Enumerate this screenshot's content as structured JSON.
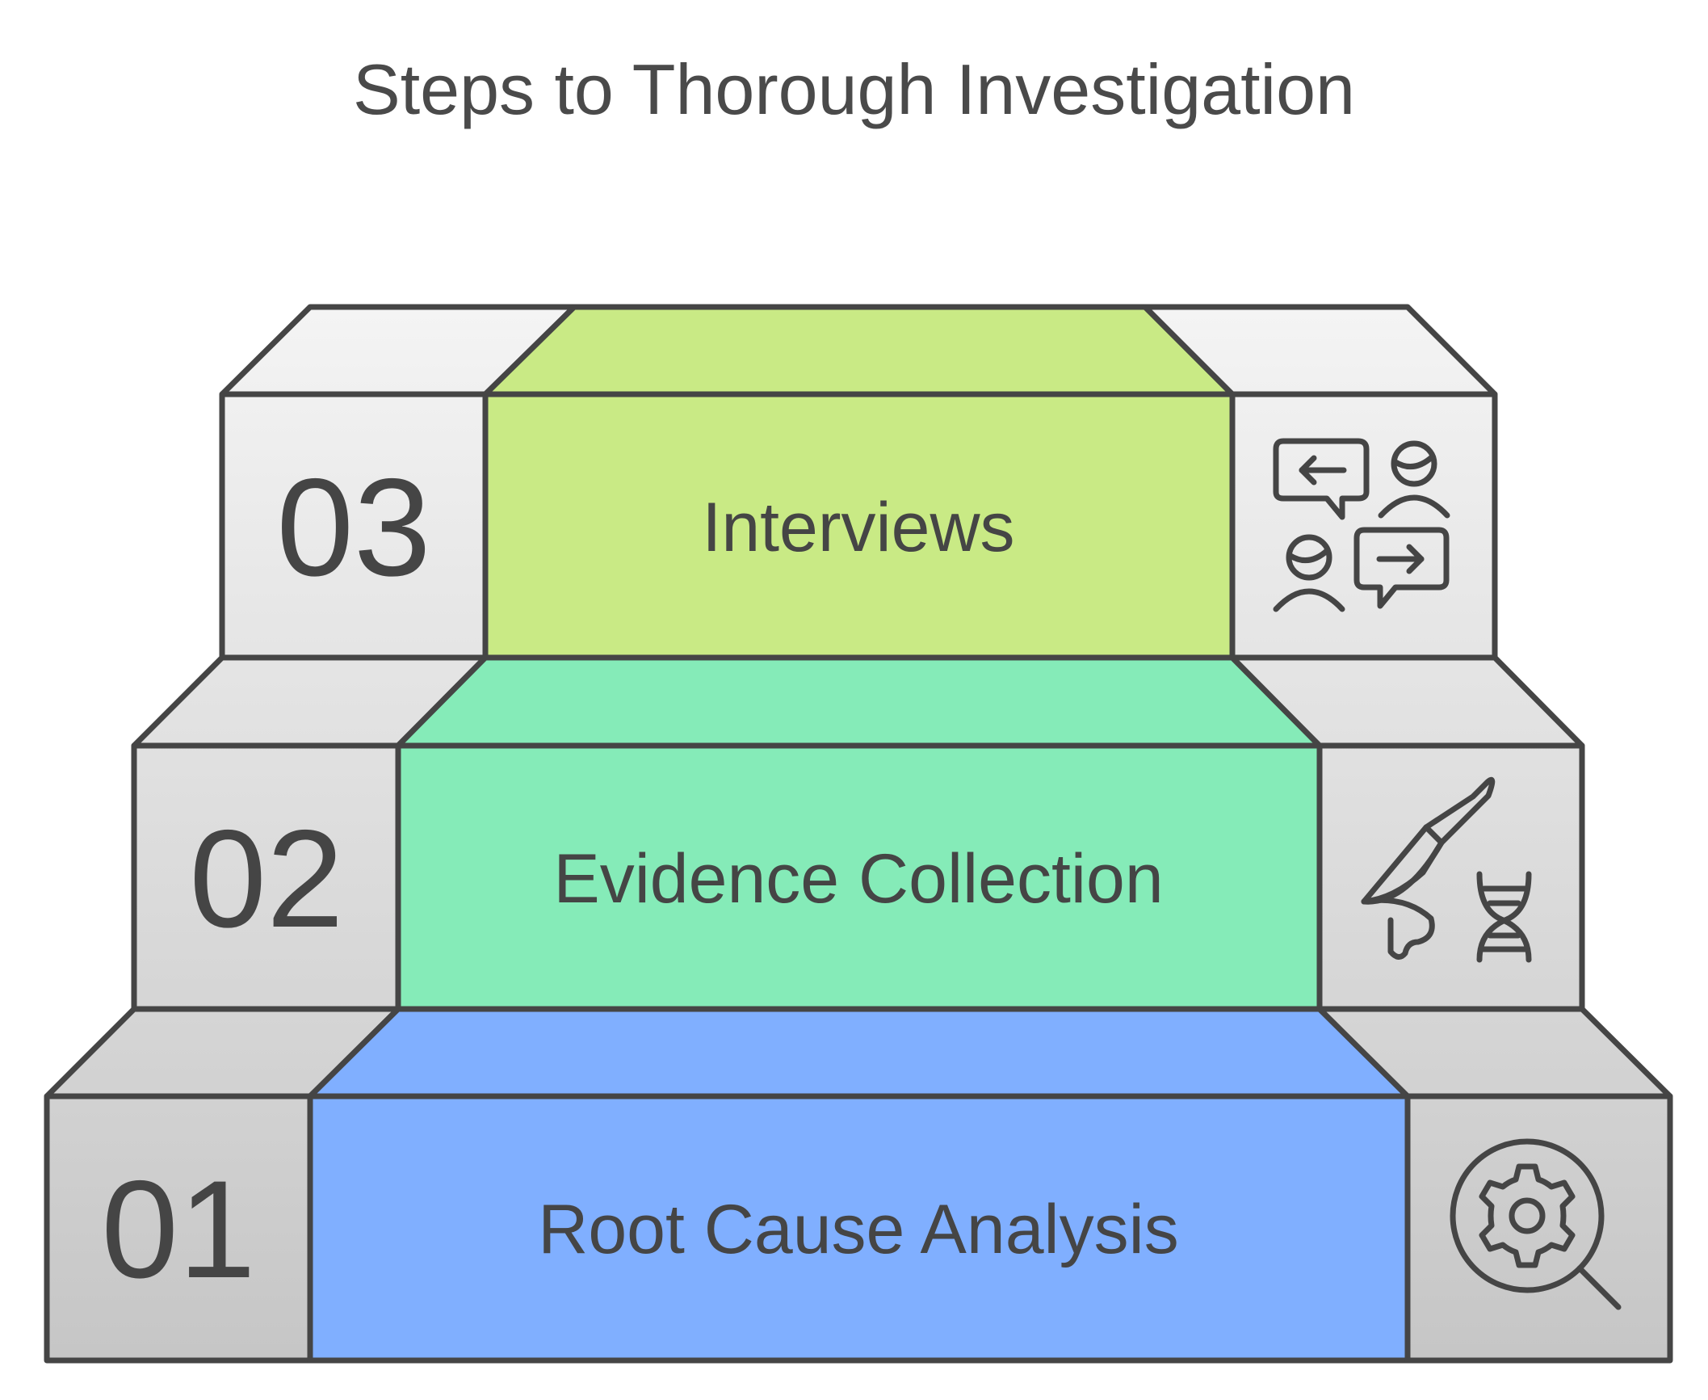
{
  "title": "Steps to Thorough Investigation",
  "steps": [
    {
      "number": "01",
      "label": "Root Cause Analysis",
      "color": "#80afff",
      "icon": "magnifier-gear-icon"
    },
    {
      "number": "02",
      "label": "Evidence Collection",
      "color": "#85ebb8",
      "icon": "scalpel-dna-icon"
    },
    {
      "number": "03",
      "label": "Interviews",
      "color": "#c9ea85",
      "icon": "interview-chat-icon"
    }
  ],
  "colors": {
    "stroke": "#454545",
    "side_top": "#f4f4f4",
    "side_bottom": "#c6c6c6"
  }
}
